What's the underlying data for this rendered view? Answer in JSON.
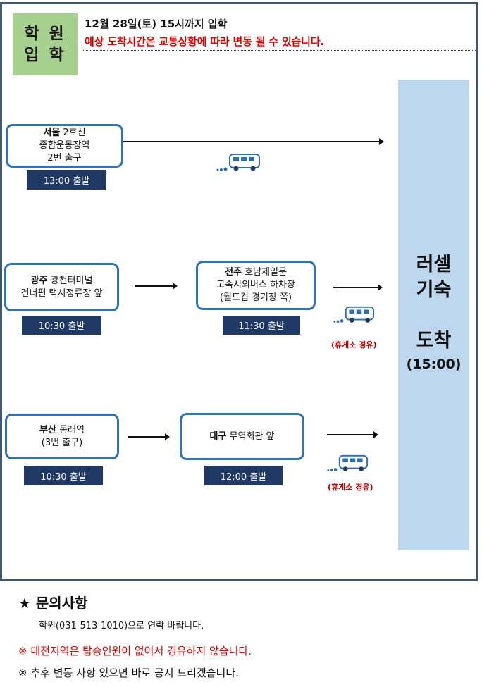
{
  "badge": {
    "line1": "학 원",
    "line2": "입 학"
  },
  "header": {
    "line1": "12월 28일(토) 15시까지 입학",
    "line2": "예상 도착시간은 교통상황에 따라 변동 될 수 있습니다."
  },
  "destination": {
    "name_line1": "러셀",
    "name_line2": "기숙",
    "arrive": "도착",
    "time": "(15:00)"
  },
  "routes": {
    "seoul": {
      "city": "서울",
      "line1_rest": " 2호선",
      "line2": "종합운동장역",
      "line3": "2번 출구",
      "depart": "13:00 출발"
    },
    "gwangju": {
      "city": "광주",
      "line1_rest": " 광천터미널",
      "line2": "건너편 택시정류장 앞",
      "depart": "10:30 출발"
    },
    "jeonju": {
      "city": "전주",
      "line1_rest": " 호남제일문",
      "line2": "고속시외버스 하차장",
      "line3": "(월드컵 경기장 쪽)",
      "depart": "11:30 출발",
      "note": "(휴게소 경유)"
    },
    "busan": {
      "city": "부산",
      "line1_rest": " 동래역",
      "line2": "(3번 출구)",
      "depart": "10:30 출발"
    },
    "daegu": {
      "city": "대구",
      "line1_rest": " 무역회관 앞",
      "depart": "12:00 출발",
      "note": "(휴게소 경유)"
    }
  },
  "icons": {
    "bus": "bus-icon",
    "star": "star-icon"
  },
  "colors": {
    "box_border": "#2e75b6",
    "depart_bg": "#1f3864",
    "dest_bg": "#bdd7ee",
    "badge_bg": "#a6d08e",
    "alert": "#e00000"
  },
  "inquiry": {
    "star": "★",
    "title": "문의사항",
    "line": "학원(031-513-1010)으로 연락 바랍니다."
  },
  "footer": {
    "line1": "※ 대전지역은 탑승인원이 없어서 경유하지 않습니다.",
    "line2": "※ 추후 변동 사항 있으면 바로 공지 드리겠습니다."
  }
}
